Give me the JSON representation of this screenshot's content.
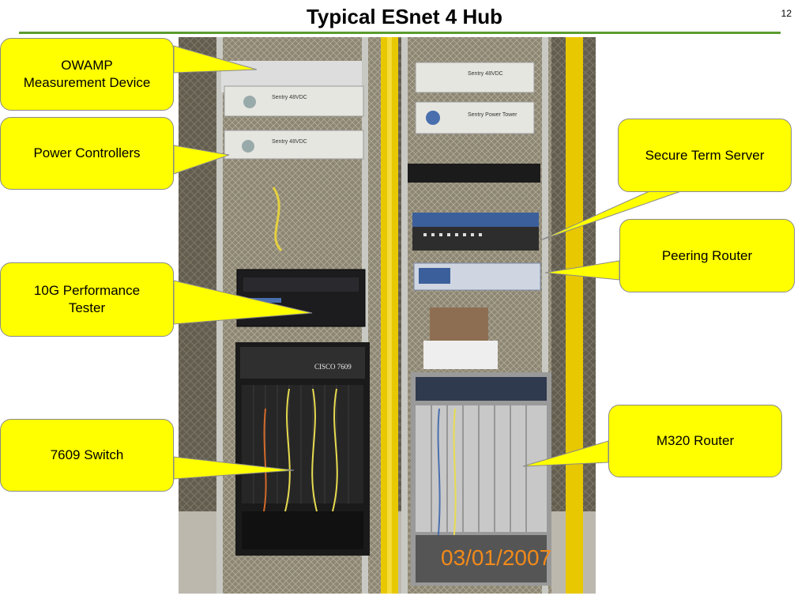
{
  "slide": {
    "title": "Typical ESnet 4 Hub",
    "page_number": "12",
    "photo_date_stamp": "03/01/2007"
  },
  "callouts": {
    "owamp": "OWAMP\nMeasurement Device",
    "power": "Power Controllers",
    "perf": "10G Performance\nTester",
    "switch": "7609 Switch",
    "term": "Secure Term Server",
    "peering": "Peering Router",
    "m320": "M320 Router"
  },
  "equipment_labels": {
    "pdu": "Sentry 48VDC",
    "pdu_tower": "Sentry Power Tower",
    "chassis": "CISCO 7609"
  },
  "colors": {
    "callout_fill": "#ffff00",
    "title_rule": "#5b9b2f",
    "frame_yellow": "#e8c800"
  }
}
